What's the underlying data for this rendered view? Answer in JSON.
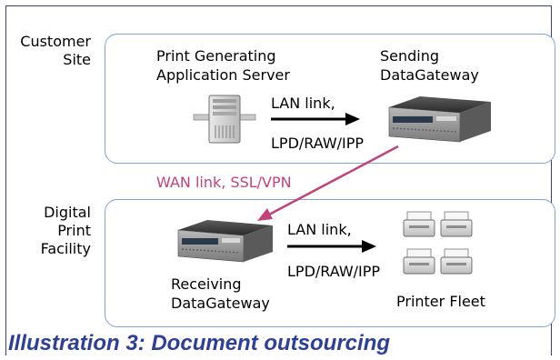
{
  "customer_site": {
    "label": "Customer\nSite"
  },
  "print_facility": {
    "label": "Digital\nPrint\nFacility"
  },
  "app_server": {
    "line1": "Print Generating",
    "line2": "Application Server"
  },
  "sending_gateway": {
    "line1": "Sending",
    "line2": "DataGateway"
  },
  "lan_link_top": {
    "line1": "LAN link,",
    "line2": "LPD/RAW/IPP"
  },
  "wan_link": {
    "label": "WAN link, SSL/VPN",
    "color": "#c2427a"
  },
  "receiving_gateway": {
    "line1": "Receiving",
    "line2": "DataGateway"
  },
  "lan_link_bottom": {
    "line1": "LAN link,",
    "line2": "LPD/RAW/IPP"
  },
  "printer_fleet": {
    "label": "Printer Fleet"
  },
  "caption": {
    "text": "Illustration 3: Document outsourcing",
    "color": "#2e3f97"
  },
  "icons": [
    "server-icon",
    "gateway-icon",
    "gateway-icon",
    "printer-icon"
  ]
}
